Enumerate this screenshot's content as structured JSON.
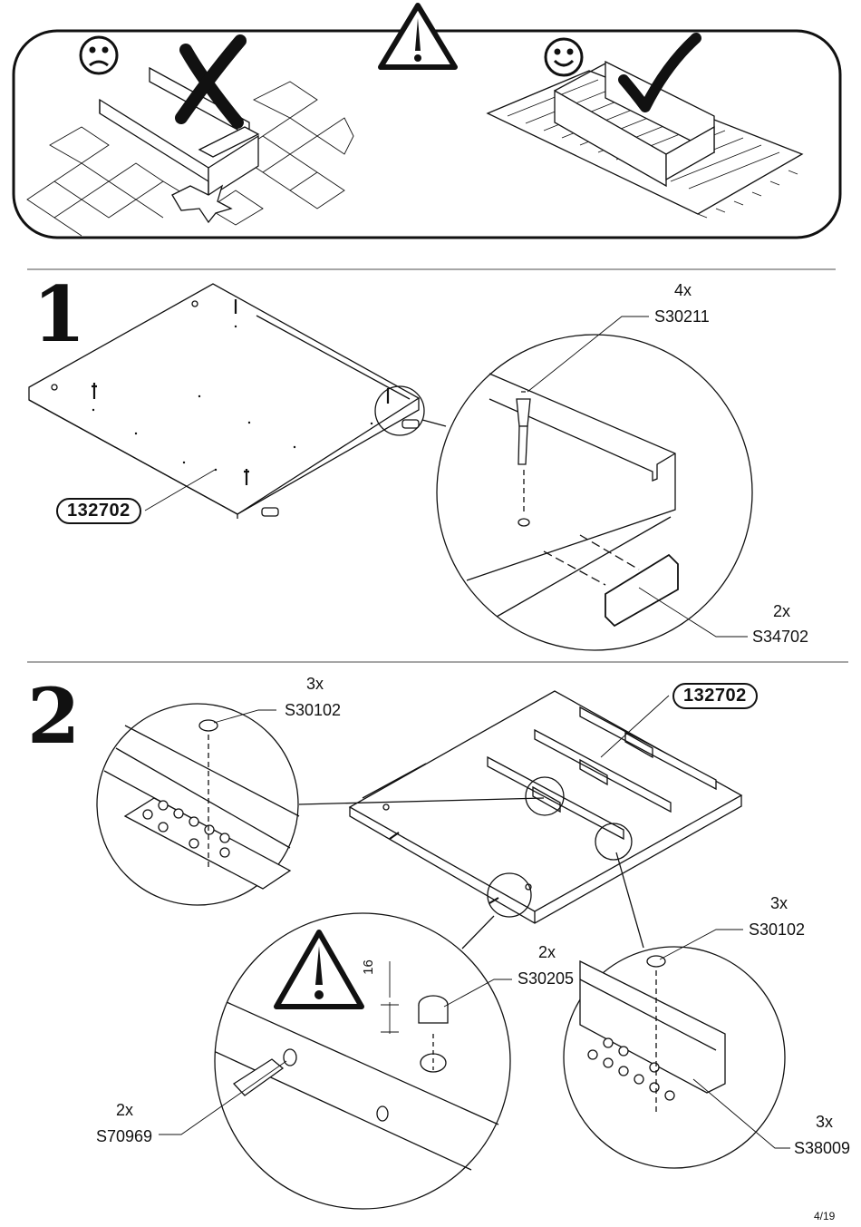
{
  "warning": {
    "bad_face_icon": "sad-face-icon",
    "good_face_icon": "smiley-face-icon",
    "bad_mark_icon": "cross-mark-icon",
    "good_mark_icon": "check-mark-icon",
    "warning_icon": "warning-triangle-icon"
  },
  "step1": {
    "number": "1",
    "part_id": "132702",
    "callouts": [
      {
        "qty": "4x",
        "code": "S30211"
      },
      {
        "qty": "2x",
        "code": "S34702"
      }
    ]
  },
  "step2": {
    "number": "2",
    "part_id": "132702",
    "callouts": [
      {
        "qty": "3x",
        "code": "S30102"
      },
      {
        "qty": "3x",
        "code": "S30102"
      },
      {
        "qty": "2x",
        "code": "S30205"
      },
      {
        "qty": "2x",
        "code": "S70969"
      },
      {
        "qty": "3x",
        "code": "S38009"
      }
    ],
    "dimension": "16"
  },
  "footer": {
    "page": "4/19"
  }
}
